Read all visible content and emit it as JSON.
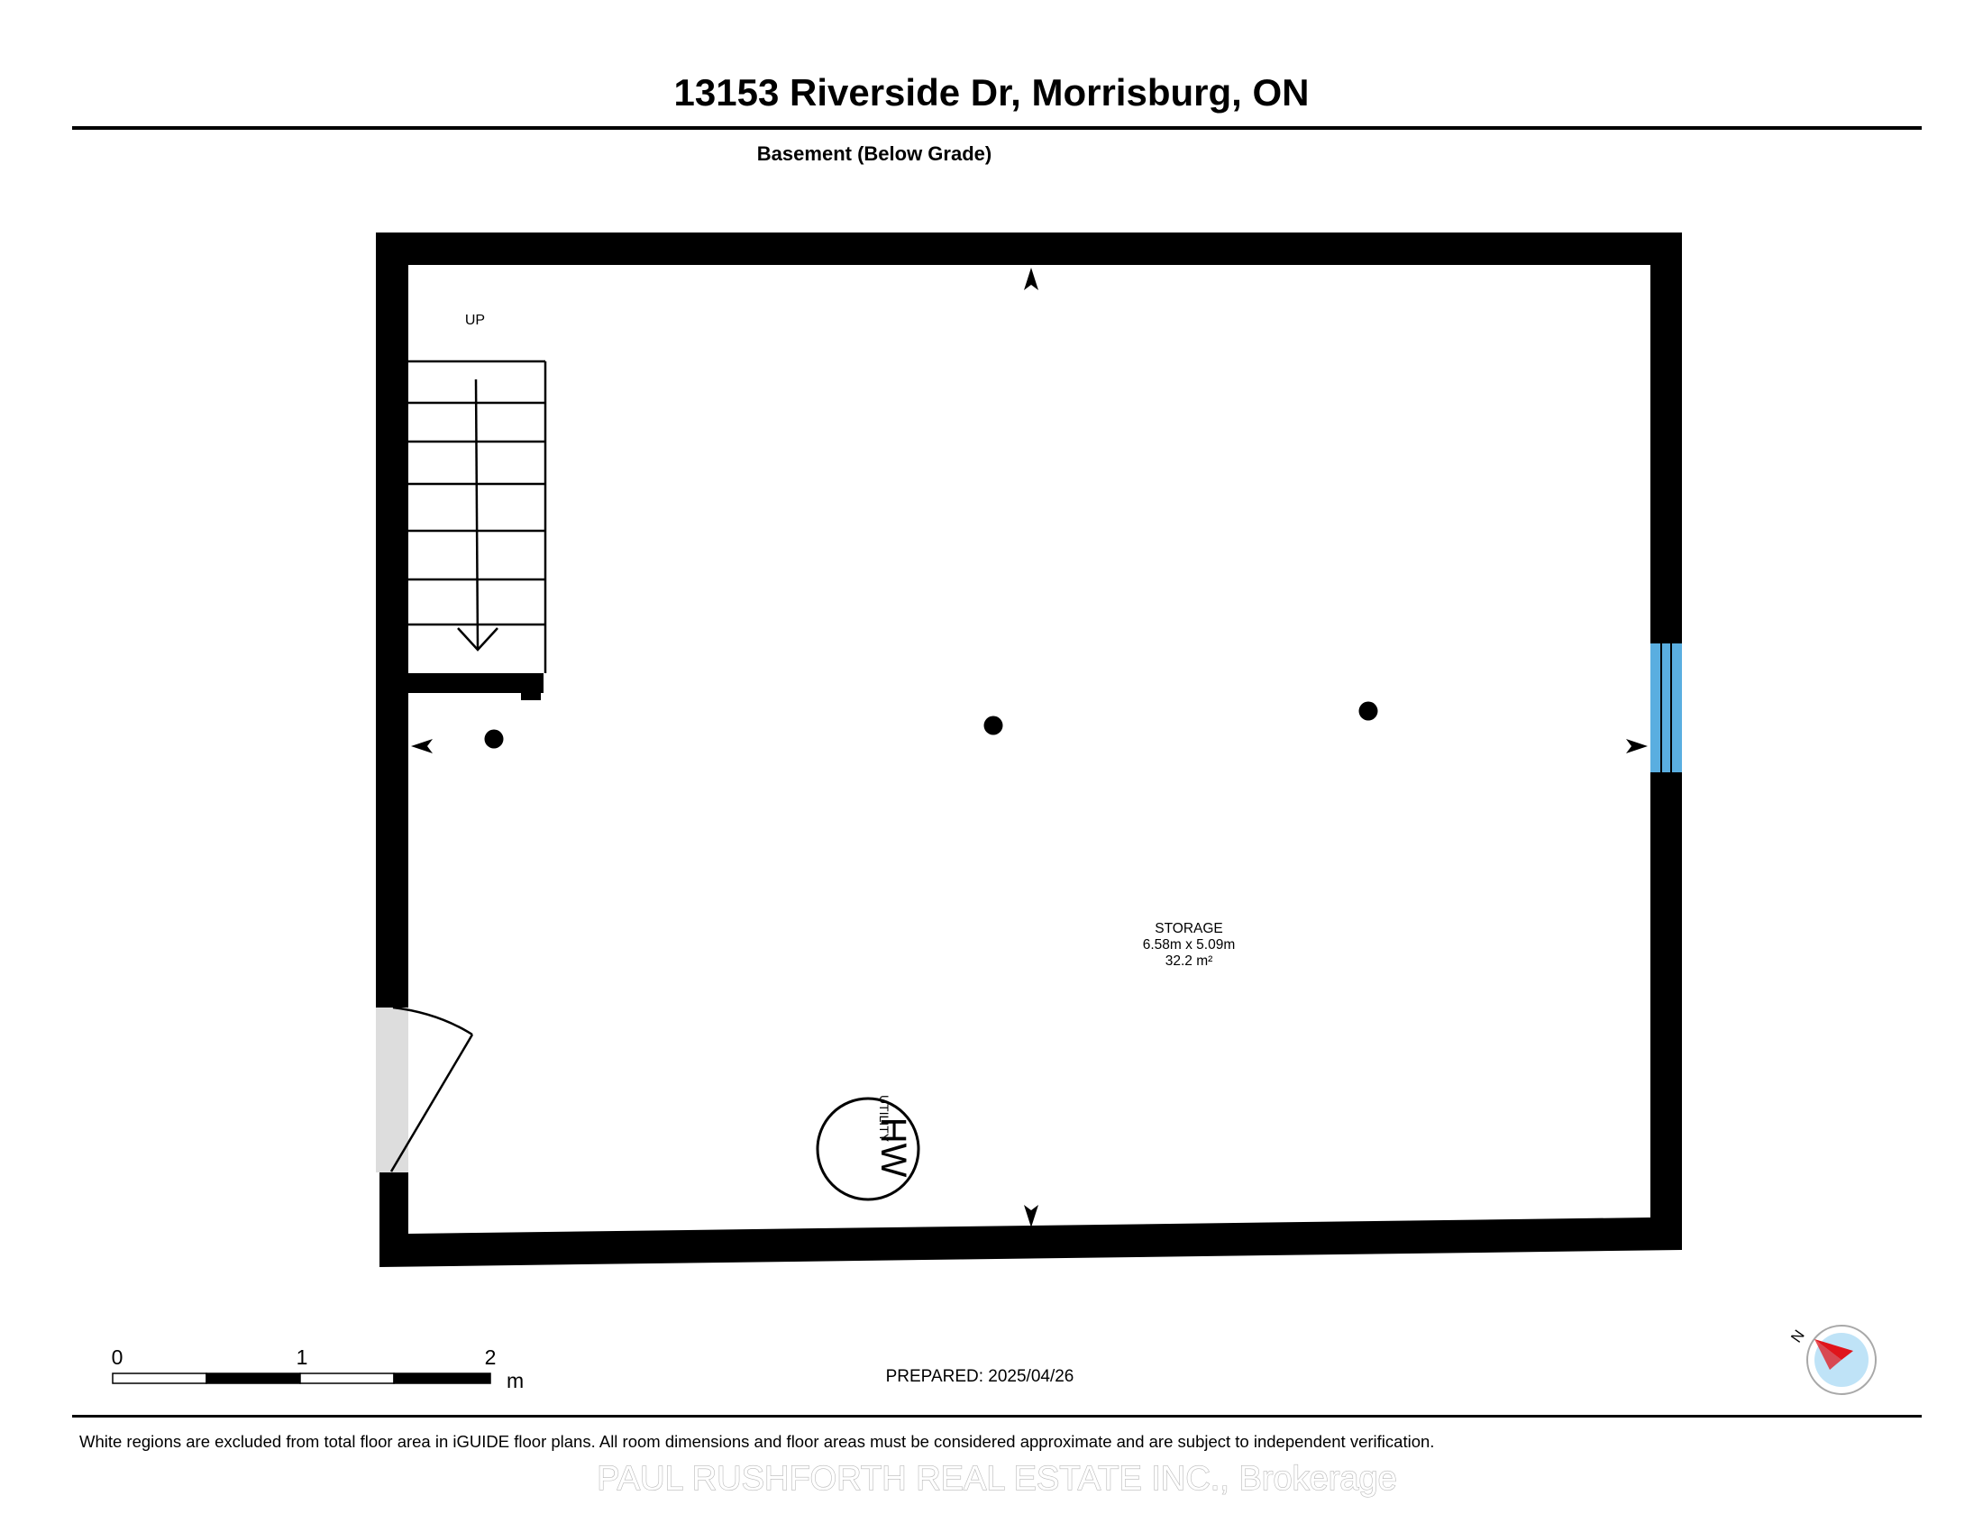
{
  "header": {
    "title": "13153 Riverside Dr, Morrisburg, ON",
    "level_label": "Basement (Below Grade)"
  },
  "plan": {
    "stairs_label": "UP",
    "room": {
      "name": "STORAGE",
      "dimensions": "6.58m x 5.09m",
      "area": "32.2 m²"
    },
    "utility_symbol": {
      "text": "HW",
      "label": "UTILITY"
    },
    "compass_label": "N"
  },
  "scale_bar": {
    "ticks": [
      "0",
      "1",
      "2"
    ],
    "unit": "m"
  },
  "prepared_label": "PREPARED: 2025/04/26",
  "footer": {
    "disclaimer": "White regions are excluded from total floor area in iGUIDE floor plans. All room dimensions and floor areas must be considered approximate and are subject to independent verification.",
    "watermark": "PAUL RUSHFORTH REAL ESTATE INC., Brokerage"
  },
  "colors": {
    "wall": "#000000",
    "window": "#5aaee0",
    "door_opening": "#dddddd",
    "compass_ring": "#bfe3f7",
    "compass_needle": "#e0141b"
  }
}
